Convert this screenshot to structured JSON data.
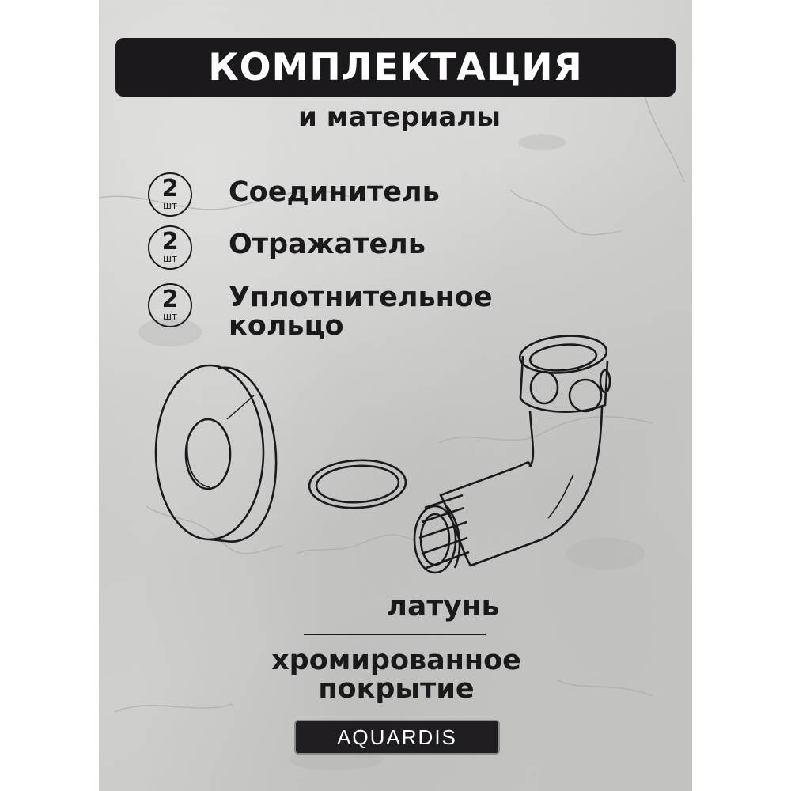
{
  "header": {
    "title": "КОМПЛЕКТАЦИЯ",
    "subtitle": "и материалы"
  },
  "items": [
    {
      "qty": "2",
      "unit": "шт",
      "label": "Соединитель"
    },
    {
      "qty": "2",
      "unit": "шт",
      "label": "Отражатель"
    },
    {
      "qty": "2",
      "unit": "шт",
      "label": "Уплотнительное\nкольцо"
    }
  ],
  "illustration": {
    "icons": [
      "reflector-flange-icon",
      "sealing-ring-icon",
      "elbow-connector-icon"
    ]
  },
  "materials": {
    "primary": "латунь",
    "coating": "хромированное\nпокрытие"
  },
  "brand": {
    "name": "AQUARDIS"
  },
  "colors": {
    "dark": "#1b191c",
    "background": "#cfcfcd",
    "text_light": "#ffffff"
  }
}
